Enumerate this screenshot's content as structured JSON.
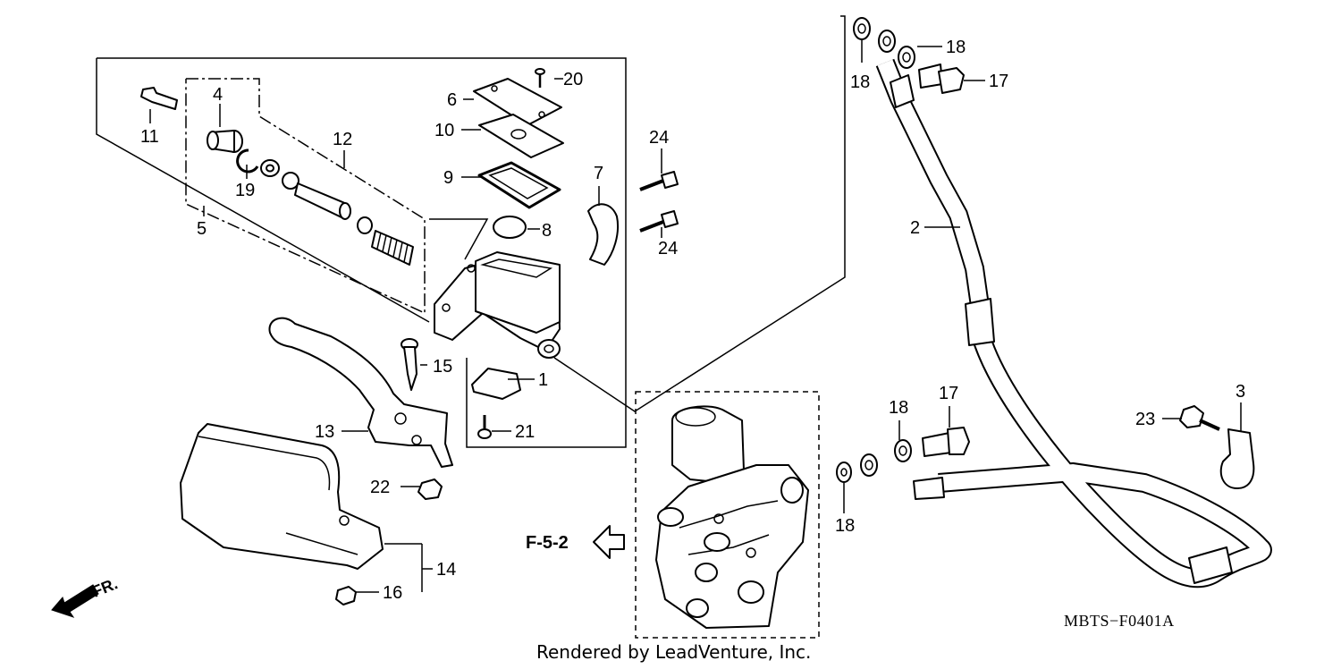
{
  "diagram": {
    "part_numbers": [
      "1",
      "2",
      "3",
      "4",
      "5",
      "6",
      "7",
      "8",
      "9",
      "10",
      "11",
      "12",
      "13",
      "14",
      "15",
      "16",
      "17",
      "18",
      "19",
      "20",
      "21",
      "22",
      "23",
      "24"
    ],
    "labels": {
      "p1": "1",
      "p2": "2",
      "p3": "3",
      "p4": "4",
      "p5": "5",
      "p6": "6",
      "p7": "7",
      "p8": "8",
      "p9": "9",
      "p10": "10",
      "p11": "11",
      "p12": "12",
      "p13": "13",
      "p14": "14",
      "p15": "15",
      "p16": "16",
      "p17a": "17",
      "p17b": "17",
      "p18a": "18",
      "p18b": "18",
      "p18c": "18",
      "p18d": "18",
      "p19": "19",
      "p20": "20",
      "p21": "21",
      "p22": "22",
      "p23": "23",
      "p24a": "24",
      "p24b": "24"
    },
    "reference": "F-5-2",
    "front_indicator": "FR.",
    "diagram_code": "MBTS−F0401A",
    "footer": "Rendered by LeadVenture, Inc."
  },
  "colors": {
    "line": "#000000",
    "background": "#ffffff"
  }
}
